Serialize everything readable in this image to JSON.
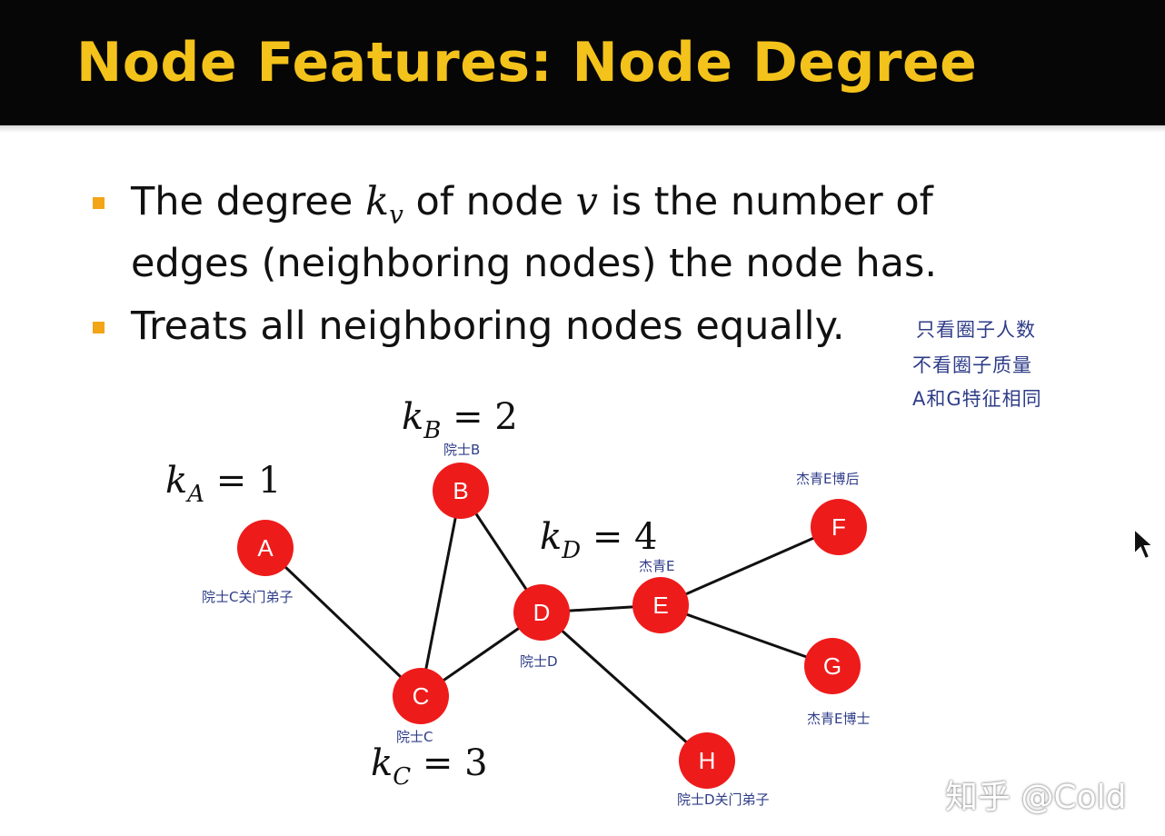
{
  "title": "Node Features: Node Degree",
  "bullets": [
    {
      "pre": "The degree ",
      "sym1": "k",
      "sub1": "v",
      "mid": " of node ",
      "sym2": "v",
      "post": " is the number of"
    },
    {
      "line2": "edges (neighboring nodes) the node has."
    },
    {
      "text": "Treats all neighboring nodes equally."
    }
  ],
  "handwritten_notes": [
    "只看圈子人数",
    "不看圈子质量",
    "A和G特征相同"
  ],
  "nodes": [
    {
      "id": "A",
      "caption": "院士C关门弟子"
    },
    {
      "id": "B",
      "caption": "院士B"
    },
    {
      "id": "C",
      "caption": "院士C"
    },
    {
      "id": "D",
      "caption": "院士D"
    },
    {
      "id": "E",
      "caption": "杰青E"
    },
    {
      "id": "F",
      "caption": "杰青E博后"
    },
    {
      "id": "G",
      "caption": "杰青E博士"
    },
    {
      "id": "H",
      "caption": "院士D关门弟子"
    }
  ],
  "edges": [
    [
      "A",
      "C"
    ],
    [
      "B",
      "C"
    ],
    [
      "B",
      "D"
    ],
    [
      "C",
      "D"
    ],
    [
      "D",
      "E"
    ],
    [
      "D",
      "H"
    ],
    [
      "E",
      "F"
    ],
    [
      "E",
      "G"
    ]
  ],
  "degree_labels": [
    {
      "k": "k",
      "sub": "A",
      "eq": " = 1"
    },
    {
      "k": "k",
      "sub": "B",
      "eq": " = 2"
    },
    {
      "k": "k",
      "sub": "C",
      "eq": " = 3"
    },
    {
      "k": "k",
      "sub": "D",
      "eq": " = 4"
    }
  ],
  "colors": {
    "title": "#f3c21b",
    "bullet": "#f2a516",
    "node_fill": "#ee1b1b",
    "edge": "#111111",
    "note_ink": "#2f3d88"
  },
  "watermark": "知乎 @Cold"
}
